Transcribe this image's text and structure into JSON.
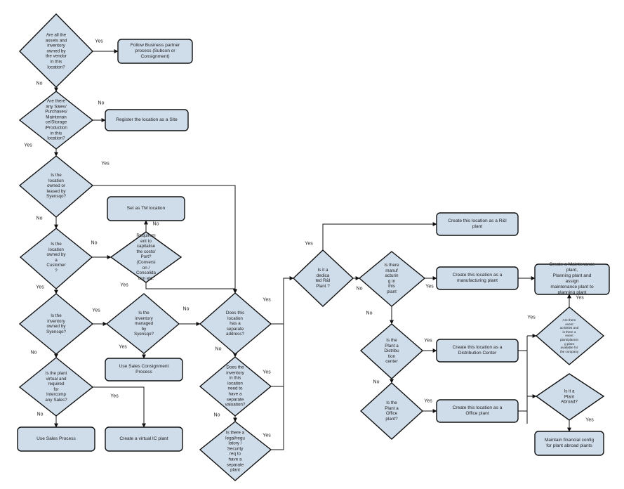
{
  "flowchart": {
    "nodes": {
      "d_assets": {
        "text": "Are all the\nassets and\ninventory\nowned by\nthe vendor\nin this\nlocation?"
      },
      "r_partner": {
        "text": "Follow Business partner\nprocess (Subcon or\nConsignment)"
      },
      "d_sales": {
        "text": "Are there\nany Sales/\nPurchases/\nMaintenan\nce/Storage\n/Production\nin this\nlocation?"
      },
      "r_site": {
        "text": "Register the location as a Site"
      },
      "d_owned_syensqo": {
        "text": "Is the\nlocation\nowned or\nleased by\nSyensqo?"
      },
      "r_tm": {
        "text": "Set as TM location"
      },
      "d_owned_customer": {
        "text": "Is the\nlocation\nowned by\na\nCustomer\n?"
      },
      "d_capitalise": {
        "text": "Requirem\nent to\ncapitalise\nthe costs/\nPort?\n(Conversi\non /\nConsolida\ntion etc."
      },
      "d_inv_owned": {
        "text": "Is the\ninventory\nowned by\nSyensqo?"
      },
      "d_inv_managed": {
        "text": "Is the\ninventory\nmanaged\nby\nSyensqo?"
      },
      "r_consignment": {
        "text": "Use Sales Consignment\nProcess"
      },
      "d_virtual": {
        "text": "Is the plant\nvirtual and\nrequired\nfor\nIntercomp\nany Sales?"
      },
      "r_sales_process": {
        "text": "Use Sales Process"
      },
      "r_virtual_ic": {
        "text": "Create a virtual IC  plant"
      },
      "d_sep_address": {
        "text": "Does this\nlocation\nhas a\nseparate\naddress?"
      },
      "d_sep_valuation": {
        "text": "Does the\ninventory\nin this\nlocation\nneed to\nhave a\nseparate\nvaluation?"
      },
      "d_legal": {
        "text": "Is there a\nlegal/regu\nlatory /\nSecurity\nreq to\nhave a\nseparate\nplant"
      },
      "d_rnd": {
        "text": "Is it a\ndedica\nted R&I\nPlant ?"
      },
      "r_rnd": {
        "text": "Create this location as a R&I\nplant"
      },
      "d_manufacturing": {
        "text": "Is there\nmanuf\nacturin\ng in\nthis\nplant"
      },
      "r_manufacturing": {
        "text": "Create this location as a\nmanufacturing plant"
      },
      "r_maintenance": {
        "text": "Create a Maintenance plant,\nPlanning plant and assign\nmaintenance plant to\nplanning plant"
      },
      "d_distribution": {
        "text": "Is the\nPlant a\nDistribu\ntion\ncenter"
      },
      "r_distribution": {
        "text": "Create this location as a\nDistribution Center"
      },
      "d_office": {
        "text": "Is the\nPlant a\nOffice\nplant?"
      },
      "r_office": {
        "text": "Create this location as a\nOffice plant"
      },
      "d_events": {
        "text": "Are there\nevent\nactivities and\nis there a\nevent\nplant/plannin\ng plant\navailable for\nthe company"
      },
      "d_abroad": {
        "text": "Is it a\nPlant\nAbroad?"
      },
      "r_financial": {
        "text": "Maintain financial config\nfor plant abroad plants"
      }
    },
    "edge_labels": {
      "e1": "Yes",
      "e2": "No",
      "e3": "No",
      "e4": "Yes",
      "e5": "Yes",
      "e6": "No",
      "e7": "No",
      "e8": "No",
      "e9": "Yes",
      "e10": "Yes",
      "e11": "Yes",
      "e12": "No",
      "e13": "Yes",
      "e14": "No",
      "e15": "Yes",
      "e16": "No",
      "e17": "Yes",
      "e18": "No",
      "e19": "Yes",
      "e20": "Yes",
      "e21": "No",
      "e22": "Yes",
      "e23": "No",
      "e24": "Yes",
      "e25": "No",
      "e26": "Yes",
      "e27": "No",
      "e28": "Yes",
      "e29": "Yes",
      "e30": "Yes",
      "e31": "Yes"
    }
  }
}
